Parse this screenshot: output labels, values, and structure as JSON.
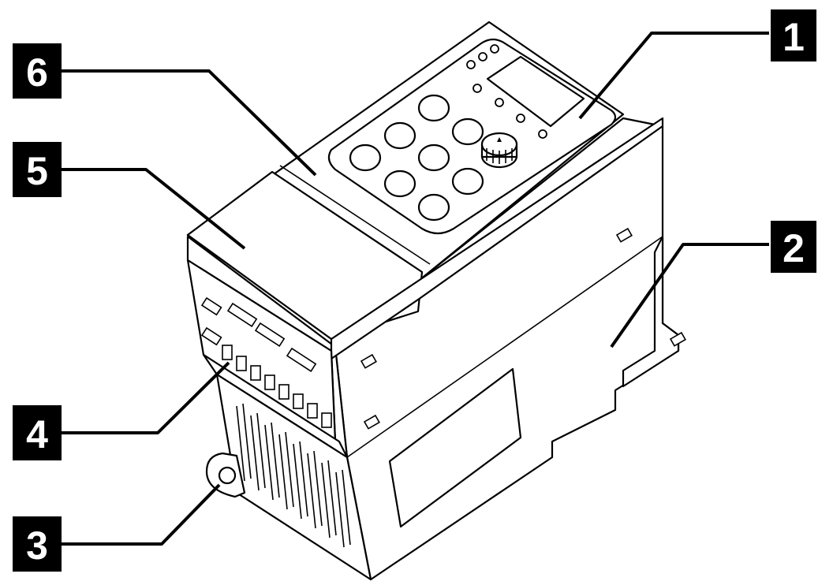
{
  "callouts": [
    {
      "id": "1",
      "label": "1",
      "part": "keypad-display-panel"
    },
    {
      "id": "2",
      "label": "2",
      "part": "housing-side"
    },
    {
      "id": "3",
      "label": "3",
      "part": "mounting-hole"
    },
    {
      "id": "4",
      "label": "4",
      "part": "terminal-block"
    },
    {
      "id": "5",
      "label": "5",
      "part": "terminal-cover"
    },
    {
      "id": "6",
      "label": "6",
      "part": "top-cover"
    }
  ],
  "colors": {
    "line": "#000000",
    "fill": "#ffffff",
    "label_box": "#000000",
    "label_text": "#ffffff"
  }
}
